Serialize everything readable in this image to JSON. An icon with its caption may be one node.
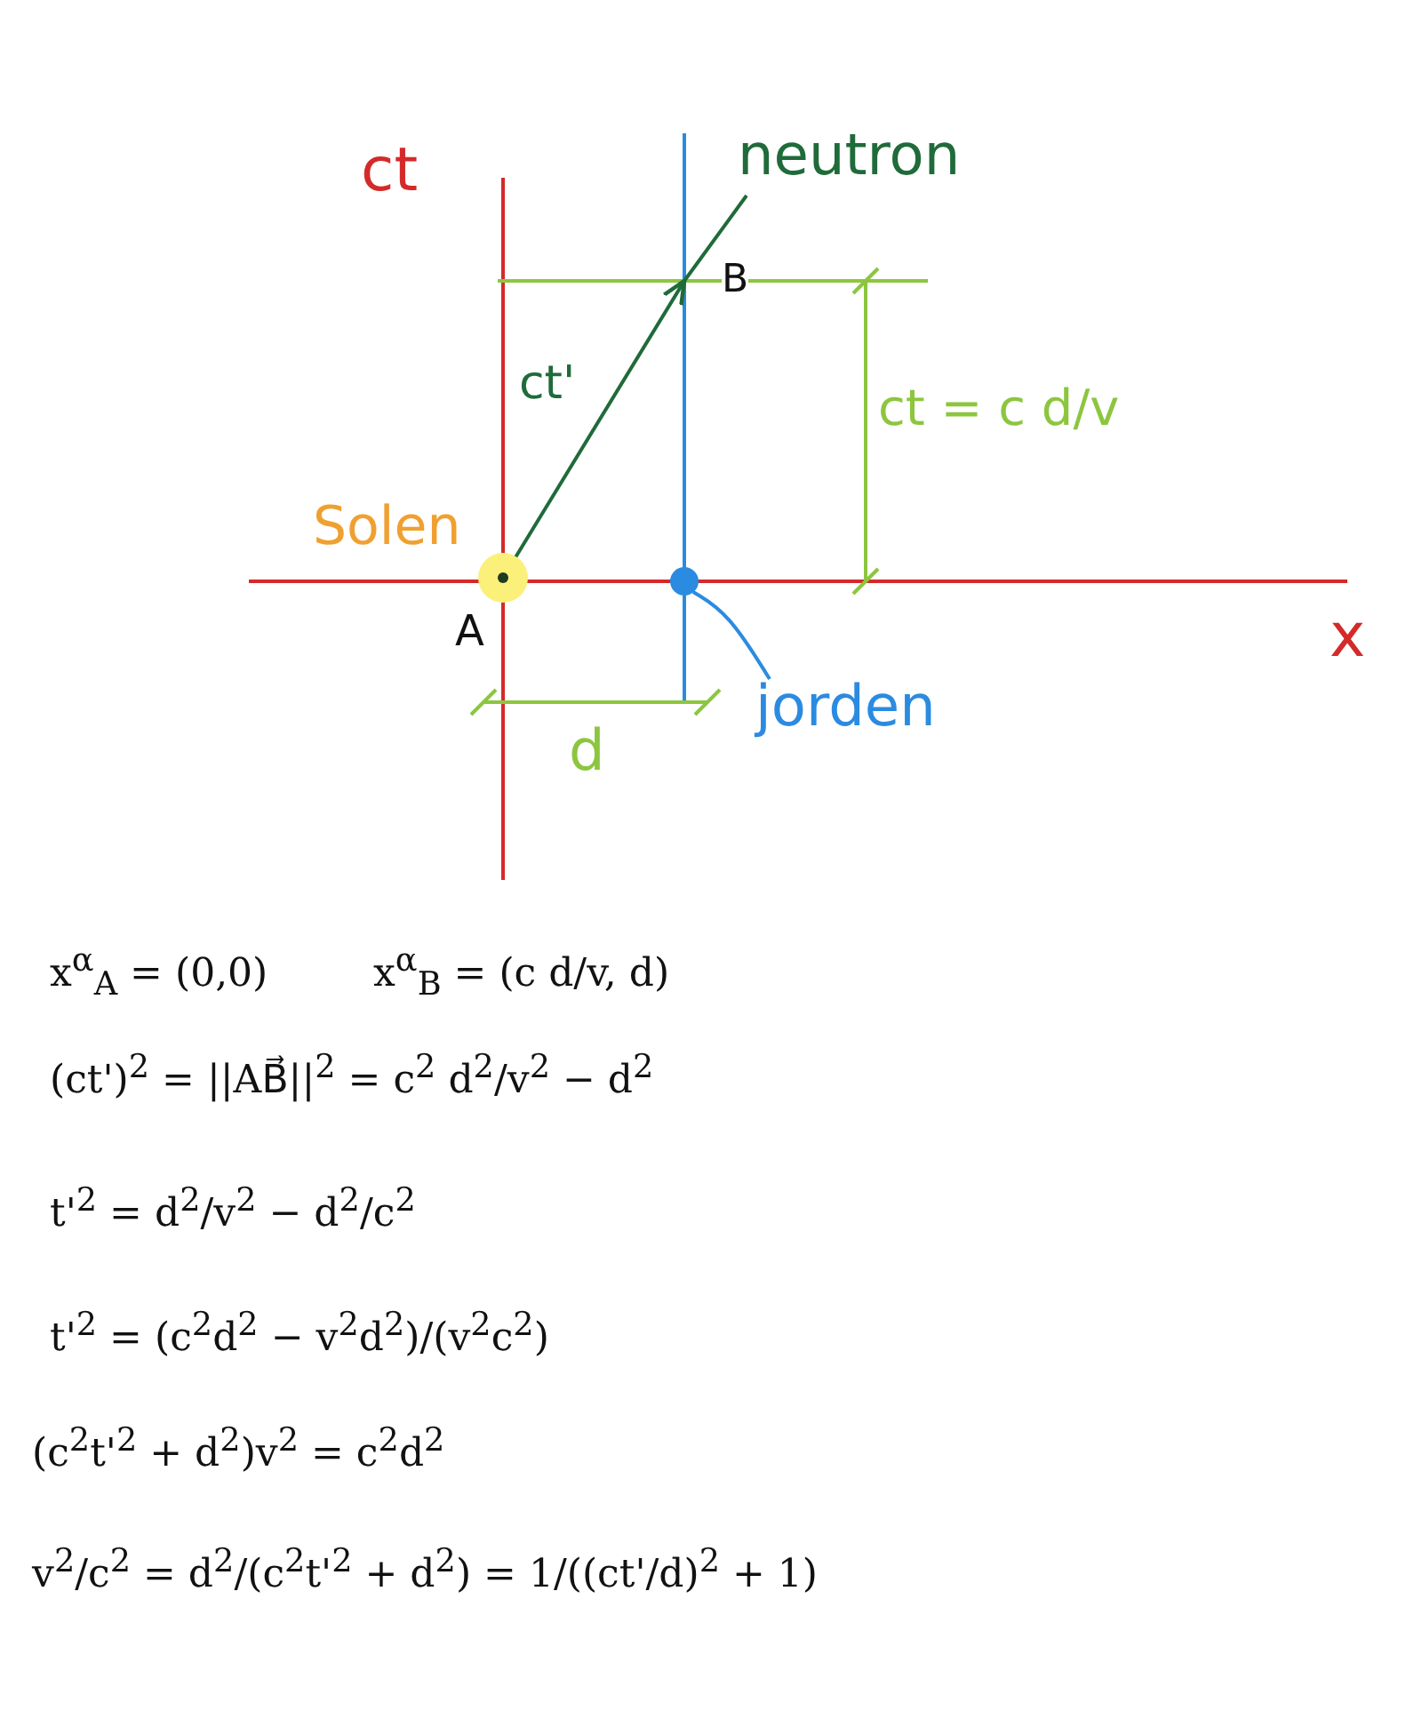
{
  "diagram": {
    "nodes": [
      {
        "text": [
          "A"
        ],
        "beside": [
          "Solen"
        ]
      },
      {
        "text": [
          "B"
        ]
      },
      {
        "text": [
          "neutron"
        ]
      },
      {
        "text": [],
        "shape": "circle"
      },
      {
        "text": [
          "jorden"
        ]
      }
    ],
    "edges": [
      {
        "from": 0,
        "to": 1,
        "arrow": "to",
        "label": "ct'",
        "color": "#1f6b3a"
      },
      {
        "from": 1,
        "to": 2,
        "arrow": "none",
        "color": "#1f6b3a"
      },
      {
        "from": 4,
        "to": 3,
        "arrow": "none",
        "color": "#2b8be0"
      }
    ],
    "labels": [
      "ct",
      "x",
      "ct = c d/v",
      "d",
      "x$^{α}$$_{A}$ = (0,0)",
      "x$^{α}$$_{B}$ = (c d/v, d)",
      "(ct')$^{2}$ = ||AB⃗||$^{2}$ = c$^{2}$ d$^{2}$/v$^{2}$ − d$^{2}$",
      "t'$^{2}$ = d$^{2}$/v$^{2}$ − d$^{2}$/c$^{2}$",
      "t'$^{2}$ = (c$^{2}$d$^{2}$ − v$^{2}$d$^{2}$)/(v$^{2}$c$^{2}$)",
      "(c$^{2}$t'$^{2}$ + d$^{2}$)v$^{2}$ = c$^{2}$d$^{2}$",
      "v$^{2}$/c$^{2}$ = d$^{2}$/(c$^{2}$t'$^{2}$ + d$^{2}$) = 1/((ct'/d)$^{2}$ + 1)"
    ]
  }
}
